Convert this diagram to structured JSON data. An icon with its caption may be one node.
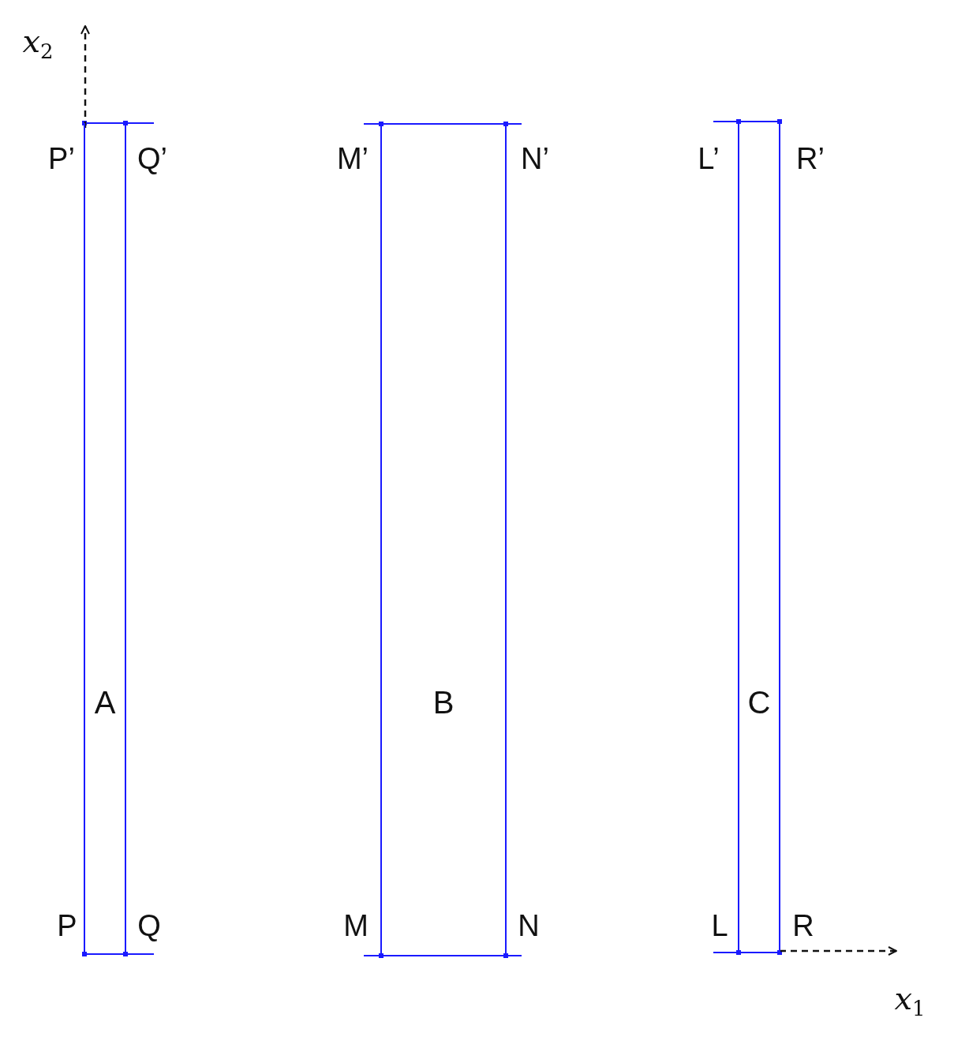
{
  "diagram": {
    "nodes": [
      {
        "text": [
          "A"
        ]
      },
      {
        "text": [
          "B"
        ]
      },
      {
        "text": [
          "C"
        ]
      }
    ],
    "labels": [
      "*x*$_{2}$",
      "P’",
      "Q’",
      "M’",
      "N’",
      "L’",
      "R’",
      "P",
      "Q",
      "M",
      "N",
      "L",
      "R",
      "*x*$_{1}$"
    ]
  }
}
